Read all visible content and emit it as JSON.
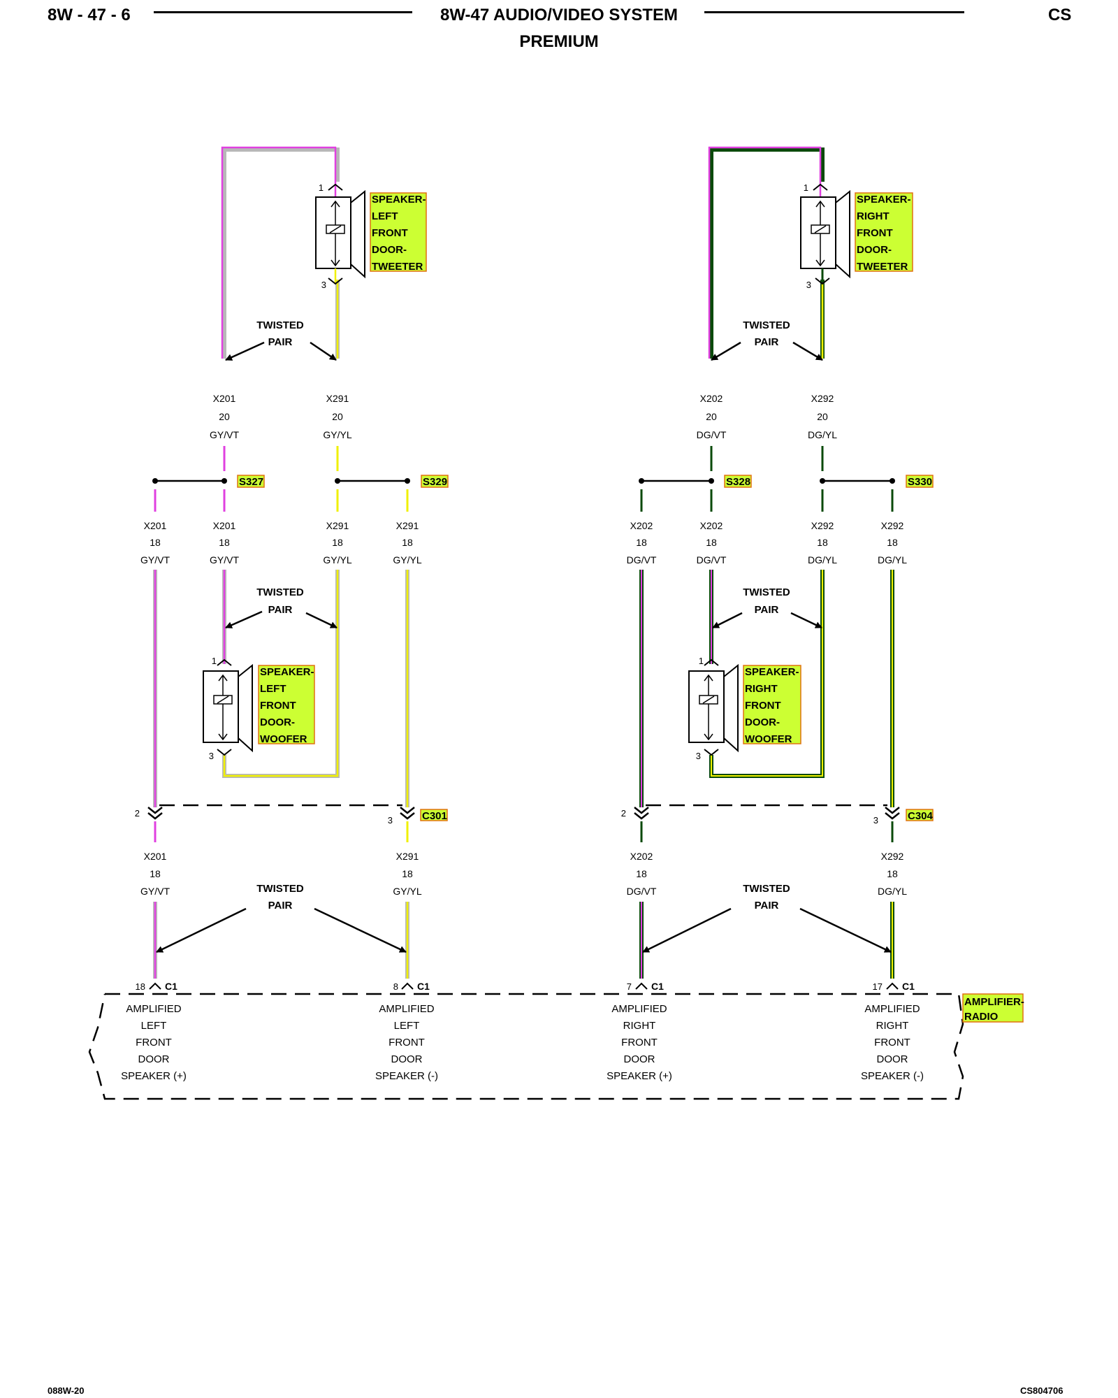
{
  "header": {
    "page_code": "8W - 47 - 6",
    "title": "8W-47 AUDIO/VIDEO SYSTEM",
    "subtitle": "PREMIUM",
    "model": "CS"
  },
  "footer": {
    "left": "088W-20",
    "right": "CS804706"
  },
  "twisted_pair": {
    "line1": "TWISTED",
    "line2": "PAIR"
  },
  "wire_colors": {
    "violet": "#e040e0",
    "gray": "#b8b8b8",
    "yellow": "#f0f000",
    "dark_green": "#0a4a0a",
    "tag_fill": "#ccff33",
    "tag_border": "#e07010"
  },
  "wires": {
    "x201_20": {
      "circuit": "X201",
      "gauge": "20",
      "color": "GY/VT"
    },
    "x291_20": {
      "circuit": "X291",
      "gauge": "20",
      "color": "GY/YL"
    },
    "x202_20": {
      "circuit": "X202",
      "gauge": "20",
      "color": "DG/VT"
    },
    "x292_20": {
      "circuit": "X292",
      "gauge": "20",
      "color": "DG/YL"
    },
    "x201_18": {
      "circuit": "X201",
      "gauge": "18",
      "color": "GY/VT"
    },
    "x291_18": {
      "circuit": "X291",
      "gauge": "18",
      "color": "GY/YL"
    },
    "x202_18": {
      "circuit": "X202",
      "gauge": "18",
      "color": "DG/VT"
    },
    "x292_18": {
      "circuit": "X292",
      "gauge": "18",
      "color": "DG/YL"
    }
  },
  "splices": {
    "s327": "S327",
    "s329": "S329",
    "s328": "S328",
    "s330": "S330"
  },
  "speakers": {
    "lf_tweeter": {
      "lines": [
        "SPEAKER-",
        "LEFT",
        "FRONT",
        "DOOR-",
        "TWEETER"
      ],
      "pin_top": "1",
      "pin_bottom": "3"
    },
    "rf_tweeter": {
      "lines": [
        "SPEAKER-",
        "RIGHT",
        "FRONT",
        "DOOR-",
        "TWEETER"
      ],
      "pin_top": "1",
      "pin_bottom": "3"
    },
    "lf_woofer": {
      "lines": [
        "SPEAKER-",
        "LEFT",
        "FRONT",
        "DOOR-",
        "WOOFER"
      ],
      "pin_top": "1",
      "pin_bottom": "3"
    },
    "rf_woofer": {
      "lines": [
        "SPEAKER-",
        "RIGHT",
        "FRONT",
        "DOOR-",
        "WOOFER"
      ],
      "pin_top": "1",
      "pin_bottom": "3"
    }
  },
  "inline_connectors": {
    "c301": {
      "name": "C301",
      "pin_a": "2",
      "pin_b": "3"
    },
    "c304": {
      "name": "C304",
      "pin_a": "2",
      "pin_b": "3"
    }
  },
  "module": {
    "name_lines": [
      "AMPLIFIER-",
      "RADIO"
    ],
    "connector": "C1",
    "pins": [
      {
        "pin": "18",
        "lines": [
          "AMPLIFIED",
          "LEFT",
          "FRONT",
          "DOOR",
          "SPEAKER (+)"
        ]
      },
      {
        "pin": "8",
        "lines": [
          "AMPLIFIED",
          "LEFT",
          "FRONT",
          "DOOR",
          "SPEAKER (-)"
        ]
      },
      {
        "pin": "7",
        "lines": [
          "AMPLIFIED",
          "RIGHT",
          "FRONT",
          "DOOR",
          "SPEAKER (+)"
        ]
      },
      {
        "pin": "17",
        "lines": [
          "AMPLIFIED",
          "RIGHT",
          "FRONT",
          "DOOR",
          "SPEAKER (-)"
        ]
      }
    ]
  }
}
